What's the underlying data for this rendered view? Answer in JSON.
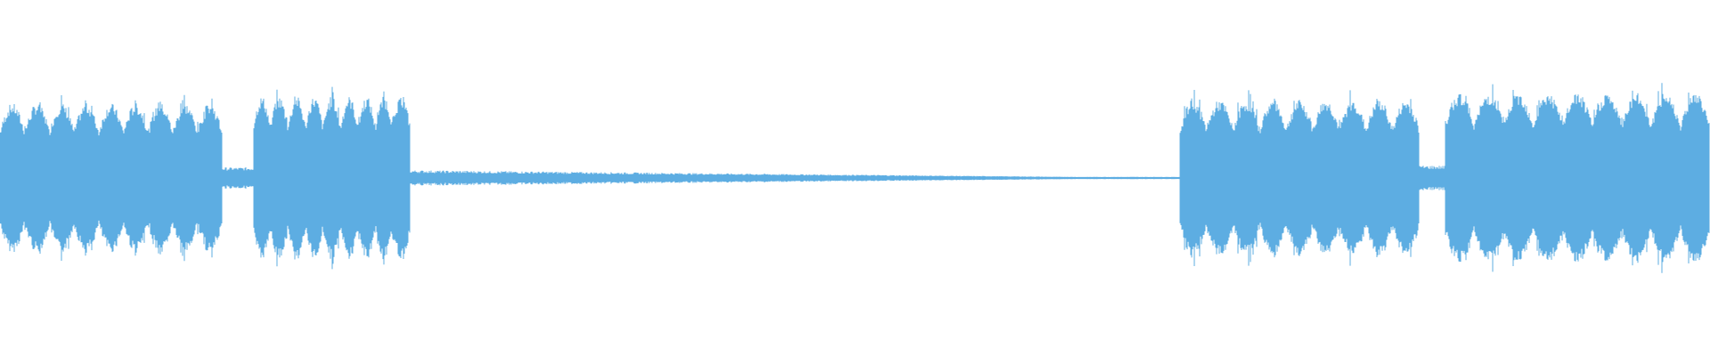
{
  "waveform": {
    "color": "#5dade2",
    "background": "#ffffff",
    "envelope_segments": [
      {
        "from": 0.0,
        "to": 0.13,
        "level": 0.42,
        "shape": "phrase"
      },
      {
        "from": 0.13,
        "to": 0.148,
        "level": 0.06,
        "shape": "tail"
      },
      {
        "from": 0.148,
        "to": 0.24,
        "level": 0.46,
        "shape": "phrase"
      },
      {
        "from": 0.24,
        "to": 0.69,
        "level": 0.04,
        "shape": "decay"
      },
      {
        "from": 0.69,
        "to": 0.83,
        "level": 0.44,
        "shape": "phrase"
      },
      {
        "from": 0.83,
        "to": 0.845,
        "level": 0.07,
        "shape": "tail"
      },
      {
        "from": 0.845,
        "to": 1.0,
        "level": 0.48,
        "shape": "phrase"
      }
    ]
  }
}
